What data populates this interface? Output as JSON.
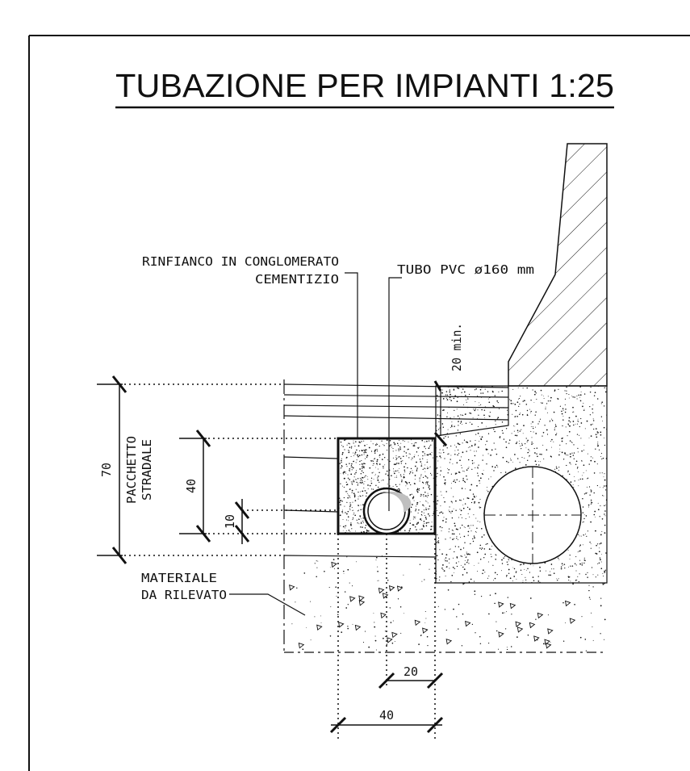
{
  "title": "TUBAZIONE PER IMPIANTI 1:25",
  "labels": {
    "rinfianco_line1": "RINFIANCO IN CONGLOMERATO",
    "rinfianco_line2": "CEMENTIZIO",
    "tubo": "TUBO PVC ø160 mm",
    "min_cover": "20 min.",
    "pacchetto_line1": "PACCHETTO",
    "pacchetto_line2": "STRADALE",
    "materiale_line1": "MATERIALE",
    "materiale_line2": "DA RILEVATO"
  },
  "dimensions": {
    "total_height": "70",
    "trench_height": "40",
    "pipe_bedding": "10",
    "pipe_offset": "20",
    "trench_width": "40"
  },
  "colors": {
    "line": "#111111",
    "pipe_fill": "#bfbfbf"
  }
}
